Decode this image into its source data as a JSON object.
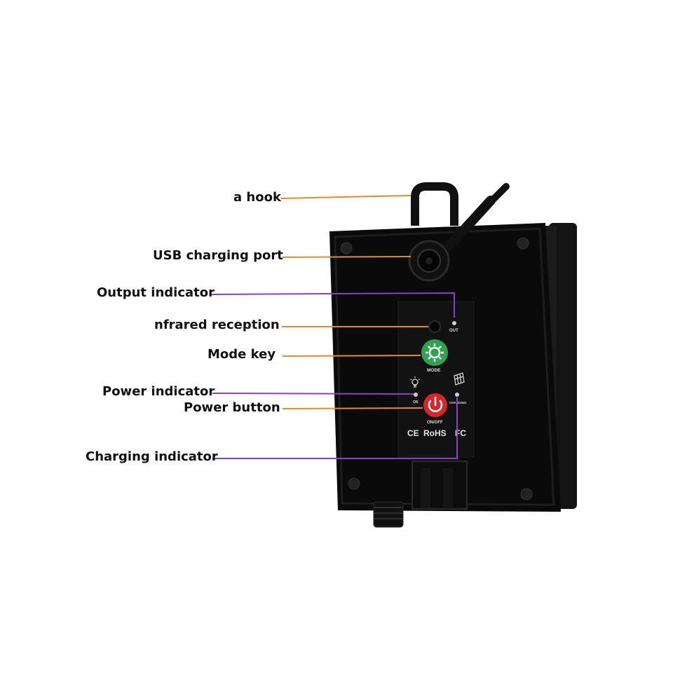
{
  "labels": {
    "hook": "a hook",
    "usb": "USB charging port",
    "output": "Output indicator",
    "infrared": "nfrared reception",
    "mode": "Mode key",
    "power_ind": "Power indicator",
    "power_btn": "Power button",
    "charging": "Charging indicator"
  },
  "device": {
    "out_text": "OUT",
    "mode_text": "MODE",
    "on_text": "ON",
    "charging_text": "CHARGING",
    "onoff_text": "ON/OFF",
    "cert_ce": "CE",
    "cert_rohs": "RoHS",
    "cert_fc": "FC"
  },
  "colors": {
    "orange_line": "#e8892a",
    "purple_line": "#8a3fd1",
    "mode_green": "#2ea44f",
    "power_red": "#d7262b",
    "device_black": "#0a0a0a"
  }
}
